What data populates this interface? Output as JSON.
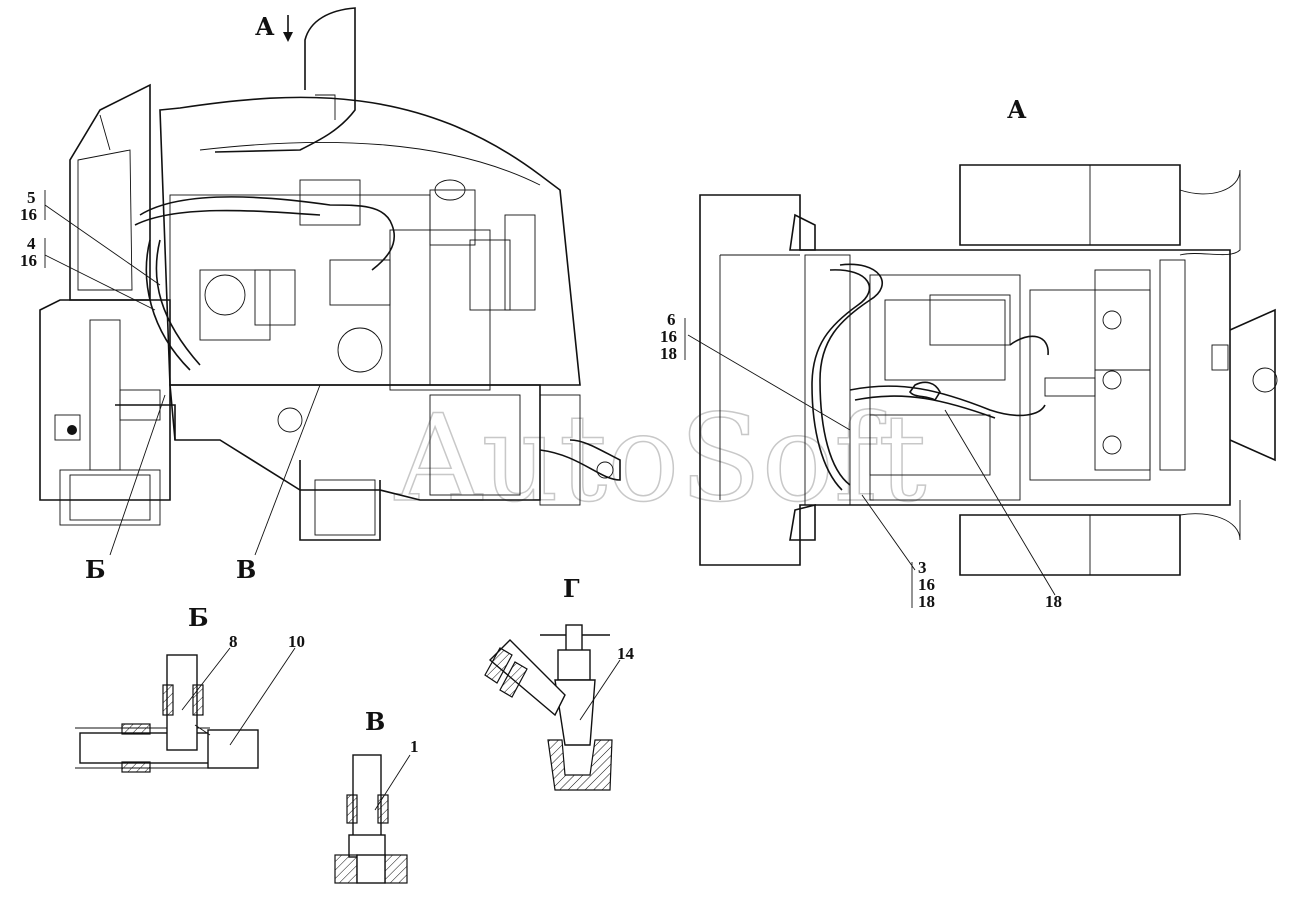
{
  "view_titles": {
    "view_a_arrow": "А",
    "view_a": "А",
    "detail_b": "Б",
    "detail_v": "В",
    "detail_g": "Г",
    "marker_b": "Б",
    "marker_v": "В"
  },
  "callouts_left": [
    {
      "top": "5",
      "bottom": "16"
    },
    {
      "top": "4",
      "bottom": "16"
    }
  ],
  "callouts_right": {
    "stack_618": [
      "6",
      "16",
      "18"
    ],
    "stack_318": [
      "3",
      "16",
      "18"
    ],
    "single_18": "18"
  },
  "detail_numbers": {
    "b_8": "8",
    "b_10": "10",
    "v_1": "1",
    "g_14": "14"
  },
  "watermark": "AutoSoft",
  "colors": {
    "line": "#111111",
    "background": "#ffffff",
    "watermark": "#c8c8c8"
  }
}
